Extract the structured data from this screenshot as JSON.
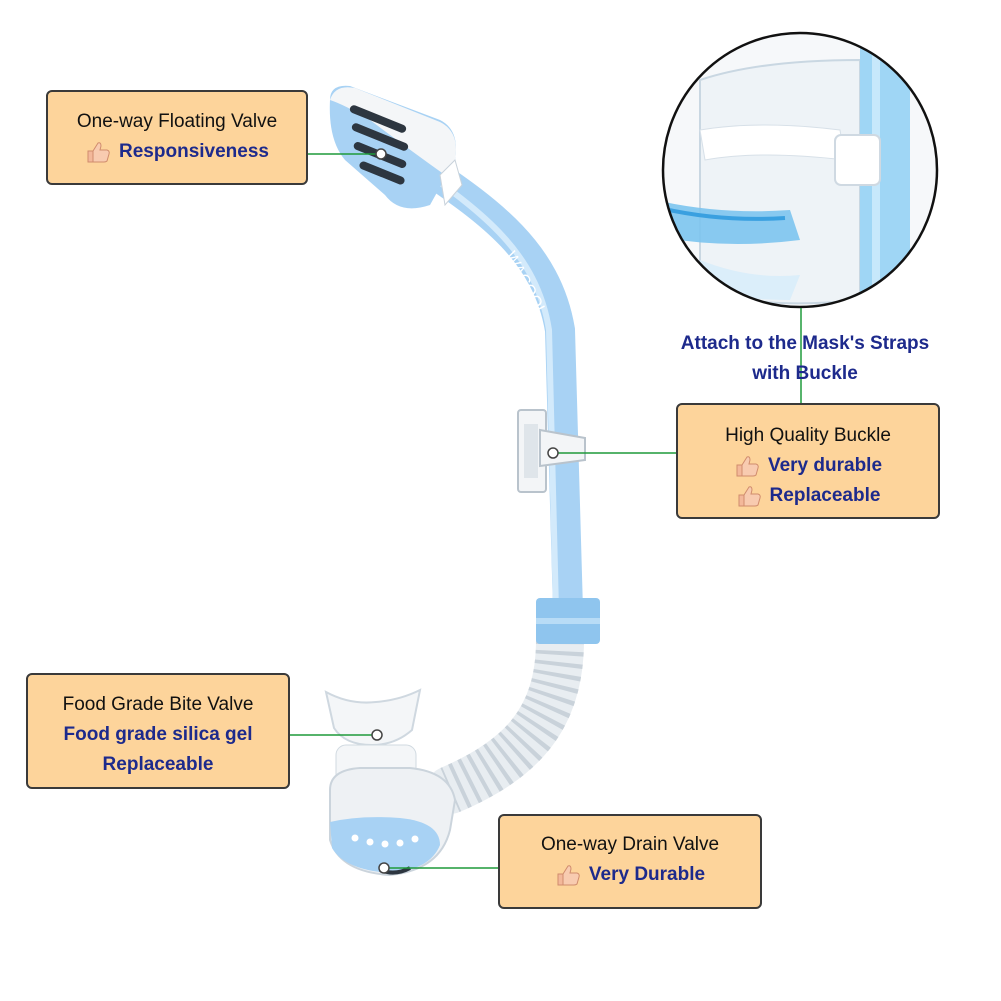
{
  "product_brand": "WACOOL",
  "callouts": {
    "floating_valve": {
      "title": "One-way Floating Valve",
      "features": [
        "Responsiveness"
      ]
    },
    "buckle": {
      "title": "High Quality Buckle",
      "features": [
        "Very durable",
        "Replaceable"
      ]
    },
    "bite_valve": {
      "title": "Food Grade Bite Valve",
      "features": [
        "Food grade silica gel",
        "Replaceable"
      ]
    },
    "drain_valve": {
      "title": "One-way Drain Valve",
      "features": [
        "Very Durable"
      ]
    }
  },
  "mask_caption": {
    "line1": "Attach to the Mask's Straps",
    "line2": "with Buckle"
  },
  "colors": {
    "callout_fill": "#fdd49b",
    "tube_blue": "#a8d2f4",
    "leader_green": "#1f9a3a",
    "text_blue": "#1d2a8c"
  },
  "icons": [
    "thumbs-up-icon"
  ]
}
